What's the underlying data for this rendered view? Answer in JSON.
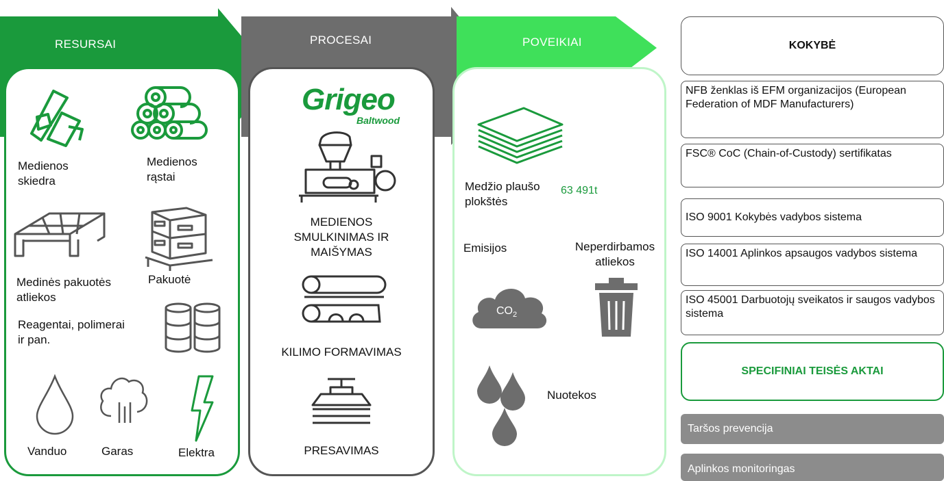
{
  "banners": {
    "resources": "RESURSAI",
    "processes": "PROCESAI",
    "impacts": "POVEIKIAI"
  },
  "resources": {
    "wood_chips": "Medienos skiedra",
    "logs": "Medienos rąstai",
    "pallet_waste": "Medinės pakuotės atliekos",
    "packaging": "Pakuotė",
    "reagents": "Reagentai, polimerai ir pan.",
    "water": "Vanduo",
    "steam": "Garas",
    "electricity": "Elektra"
  },
  "processes": {
    "logo_main": "Grigeo",
    "logo_sub": "Baltwood",
    "step1": "MEDIENOS SMULKINIMAS IR MAIŠYMAS",
    "step2": "KILIMO FORMAVIMAS",
    "step3": "PRESAVIMAS"
  },
  "impacts": {
    "product_label": "Medžio plaušo plokštės",
    "product_value": "63 491t",
    "emissions": "Emisijos",
    "co2": "CO",
    "co2_sub": "2",
    "waste": "Neperdirbamos atliekos",
    "wastewater": "Nuotekos"
  },
  "quality": {
    "header": "KOKYBĖ",
    "items": [
      "NFB ženklas iš EFM organizacijos (European Federation of MDF Manufacturers)",
      "FSC® CoC (Chain-of-Custody) sertifikatas",
      "ISO 9001 Kokybės vadybos sistema",
      "ISO 14001 Aplinkos apsaugos vadybos sistema",
      "ISO 45001 Darbuotojų sveikatos ir saugos vadybos sistema"
    ]
  },
  "legal": {
    "header": "SPECIFINIAI TEISĖS AKTAI",
    "items": [
      "Taršos prevencija",
      "Aplinkos monitoringas"
    ]
  },
  "colors": {
    "green_dark": "#1a9a3c",
    "green_light": "#3fe05a",
    "gray": "#6d6d6d",
    "box_gray": "#8c8c8c"
  }
}
